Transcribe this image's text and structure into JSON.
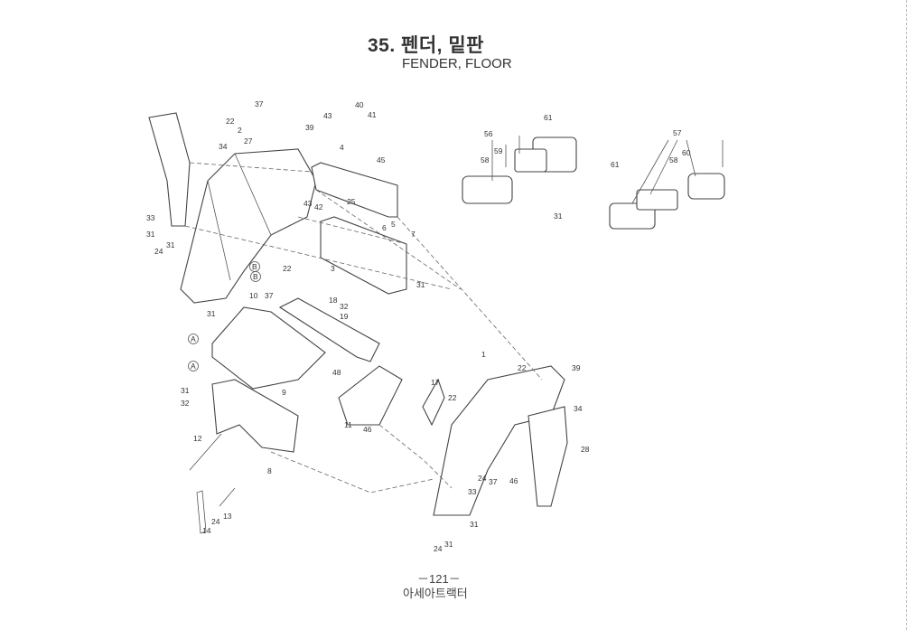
{
  "header": {
    "title": "35. 펜더, 밑판",
    "subtitle": "FENDER, FLOOR"
  },
  "footer": {
    "page_number": "－121－",
    "model": "아세아트랙터"
  },
  "callouts": [
    "37",
    "22",
    "2",
    "27",
    "34",
    "39",
    "43",
    "40",
    "41",
    "4",
    "45",
    "42",
    "43",
    "33",
    "31",
    "31",
    "24",
    "22",
    "25",
    "6",
    "5",
    "7",
    "3",
    "18",
    "32",
    "19",
    "31",
    "56",
    "61",
    "58",
    "59",
    "31",
    "57",
    "61",
    "58",
    "60",
    "10",
    "37",
    "31",
    "9",
    "48",
    "31",
    "32",
    "12",
    "8",
    "14",
    "24",
    "13",
    "11",
    "46",
    "17",
    "22",
    "1",
    "22",
    "39",
    "34",
    "28",
    "24",
    "37",
    "33",
    "46",
    "31",
    "24",
    "31",
    "A",
    "B",
    "A",
    "B"
  ]
}
